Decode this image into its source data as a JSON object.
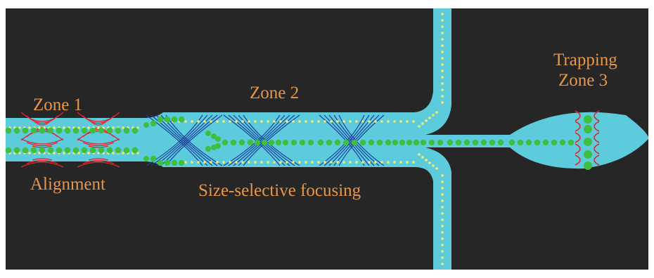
{
  "colors": {
    "background": "#262626",
    "frame": "#ffffff",
    "channel": "#5ccbdb",
    "particle_large": "#3fbf3f",
    "particle_small": "#f7ec6b",
    "field_lines_zone1": "#e0262f",
    "field_lines_zone2": "#1f3f9f",
    "field_lines_trap": "#e0262f",
    "label_text": "#e8964a"
  },
  "labels": {
    "zone1": "Zone 1",
    "alignment": "Alignment",
    "zone2": "Zone 2",
    "focusing": "Size-selective focusing",
    "trapping": "Trapping",
    "zone3": "Zone 3"
  },
  "icons": {
    "large_particle": "green-circle",
    "small_particle": "yellow-dot",
    "field_lines": "curved-electrode-field-lines"
  }
}
